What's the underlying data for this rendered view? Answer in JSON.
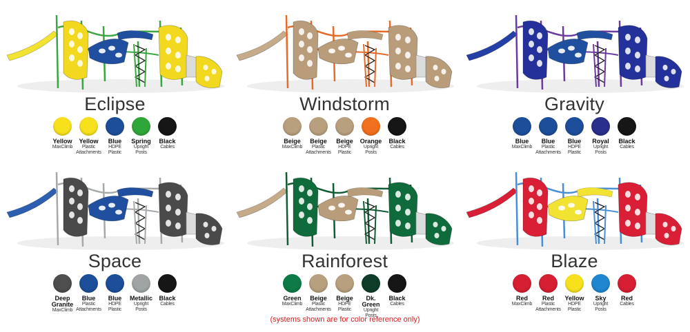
{
  "panels": [
    {
      "title": "Eclipse",
      "colors": {
        "main": "#f2d81f",
        "accent": "#1f4f9e",
        "post": "#3aa641",
        "slide": "#f2e232"
      },
      "swatches": [
        {
          "name": "Yellow",
          "part": "MaxClimb",
          "color": "#f7e11d"
        },
        {
          "name": "Yellow",
          "part": "Plastic\nAttachments",
          "color": "#f7e11d"
        },
        {
          "name": "Blue",
          "part": "HDPE\nPlastic",
          "color": "#1d4e9a"
        },
        {
          "name": "Spring",
          "part": "Upright\nPosts",
          "color": "#2ea639"
        },
        {
          "name": "Black",
          "part": "Cables",
          "color": "#161616"
        }
      ]
    },
    {
      "title": "Windstorm",
      "colors": {
        "main": "#b99c79",
        "accent": "#b99c79",
        "post": "#e66a28",
        "slide": "#c5ab89"
      },
      "swatches": [
        {
          "name": "Beige",
          "part": "MaxClimb",
          "color": "#b8a07f"
        },
        {
          "name": "Beige",
          "part": "Plastic\nAttachments",
          "color": "#b8a07f"
        },
        {
          "name": "Beige",
          "part": "HDPE\nPlastic",
          "color": "#b8a07f"
        },
        {
          "name": "Orange",
          "part": "Upright\nPosts",
          "color": "#f0701e"
        },
        {
          "name": "Black",
          "part": "Cables",
          "color": "#161616"
        }
      ]
    },
    {
      "title": "Gravity",
      "colors": {
        "main": "#25319a",
        "accent": "#1f4f9e",
        "post": "#6a3a9e",
        "slide": "#2440a6"
      },
      "swatches": [
        {
          "name": "Blue",
          "part": "MaxClimb",
          "color": "#1d4e9a"
        },
        {
          "name": "Blue",
          "part": "Plastic\nAttachments",
          "color": "#1d4e9a"
        },
        {
          "name": "Blue",
          "part": "HDPE\nPlastic",
          "color": "#1d4e9a"
        },
        {
          "name": "Royal",
          "part": "Upright\nPosts",
          "color": "#2a2f8c"
        },
        {
          "name": "Black",
          "part": "Cables",
          "color": "#161616"
        }
      ]
    },
    {
      "title": "Space",
      "colors": {
        "main": "#4a4a4a",
        "accent": "#1f4f9e",
        "post": "#a5a9ab",
        "slide": "#2c5fb0"
      },
      "swatches": [
        {
          "name": "Deep\nGranite",
          "part": "MaxClimb",
          "color": "#4e4e4e"
        },
        {
          "name": "Blue",
          "part": "Plastic\nAttachments",
          "color": "#1d4e9a"
        },
        {
          "name": "Blue",
          "part": "HDPE\nPlastic",
          "color": "#1d4e9a"
        },
        {
          "name": "Metallic",
          "part": "Upright\nPosts",
          "color": "#9fa5a4"
        },
        {
          "name": "Black",
          "part": "Cables",
          "color": "#161616"
        }
      ]
    },
    {
      "title": "Rainforest",
      "colors": {
        "main": "#0f6b3b",
        "accent": "#b99c79",
        "post": "#125c33",
        "slide": "#c5ab89"
      },
      "swatches": [
        {
          "name": "Green",
          "part": "MaxClimb",
          "color": "#0e7a46"
        },
        {
          "name": "Beige",
          "part": "Plastic\nAttachments",
          "color": "#b8a07f"
        },
        {
          "name": "Beige",
          "part": "HDPE\nPlastic",
          "color": "#b8a07f"
        },
        {
          "name": "Dk. Green",
          "part": "Upright\nPosts",
          "color": "#0f3d29"
        },
        {
          "name": "Black",
          "part": "Cables",
          "color": "#161616"
        }
      ]
    },
    {
      "title": "Blaze",
      "colors": {
        "main": "#d81f35",
        "accent": "#f2e232",
        "post": "#4a8fd6",
        "slide": "#d81f35"
      },
      "swatches": [
        {
          "name": "Red",
          "part": "MaxClimb",
          "color": "#d71f33"
        },
        {
          "name": "Red",
          "part": "Plastic\nAttachments",
          "color": "#d71f33"
        },
        {
          "name": "Yellow",
          "part": "HDPE\nPlastic",
          "color": "#f7e11d"
        },
        {
          "name": "Sky",
          "part": "Upright\nPosts",
          "color": "#1f86cf"
        },
        {
          "name": "Red",
          "part": "Cables",
          "color": "#d71f33"
        }
      ]
    }
  ],
  "footnote": "(systems shown are for color reference only)"
}
